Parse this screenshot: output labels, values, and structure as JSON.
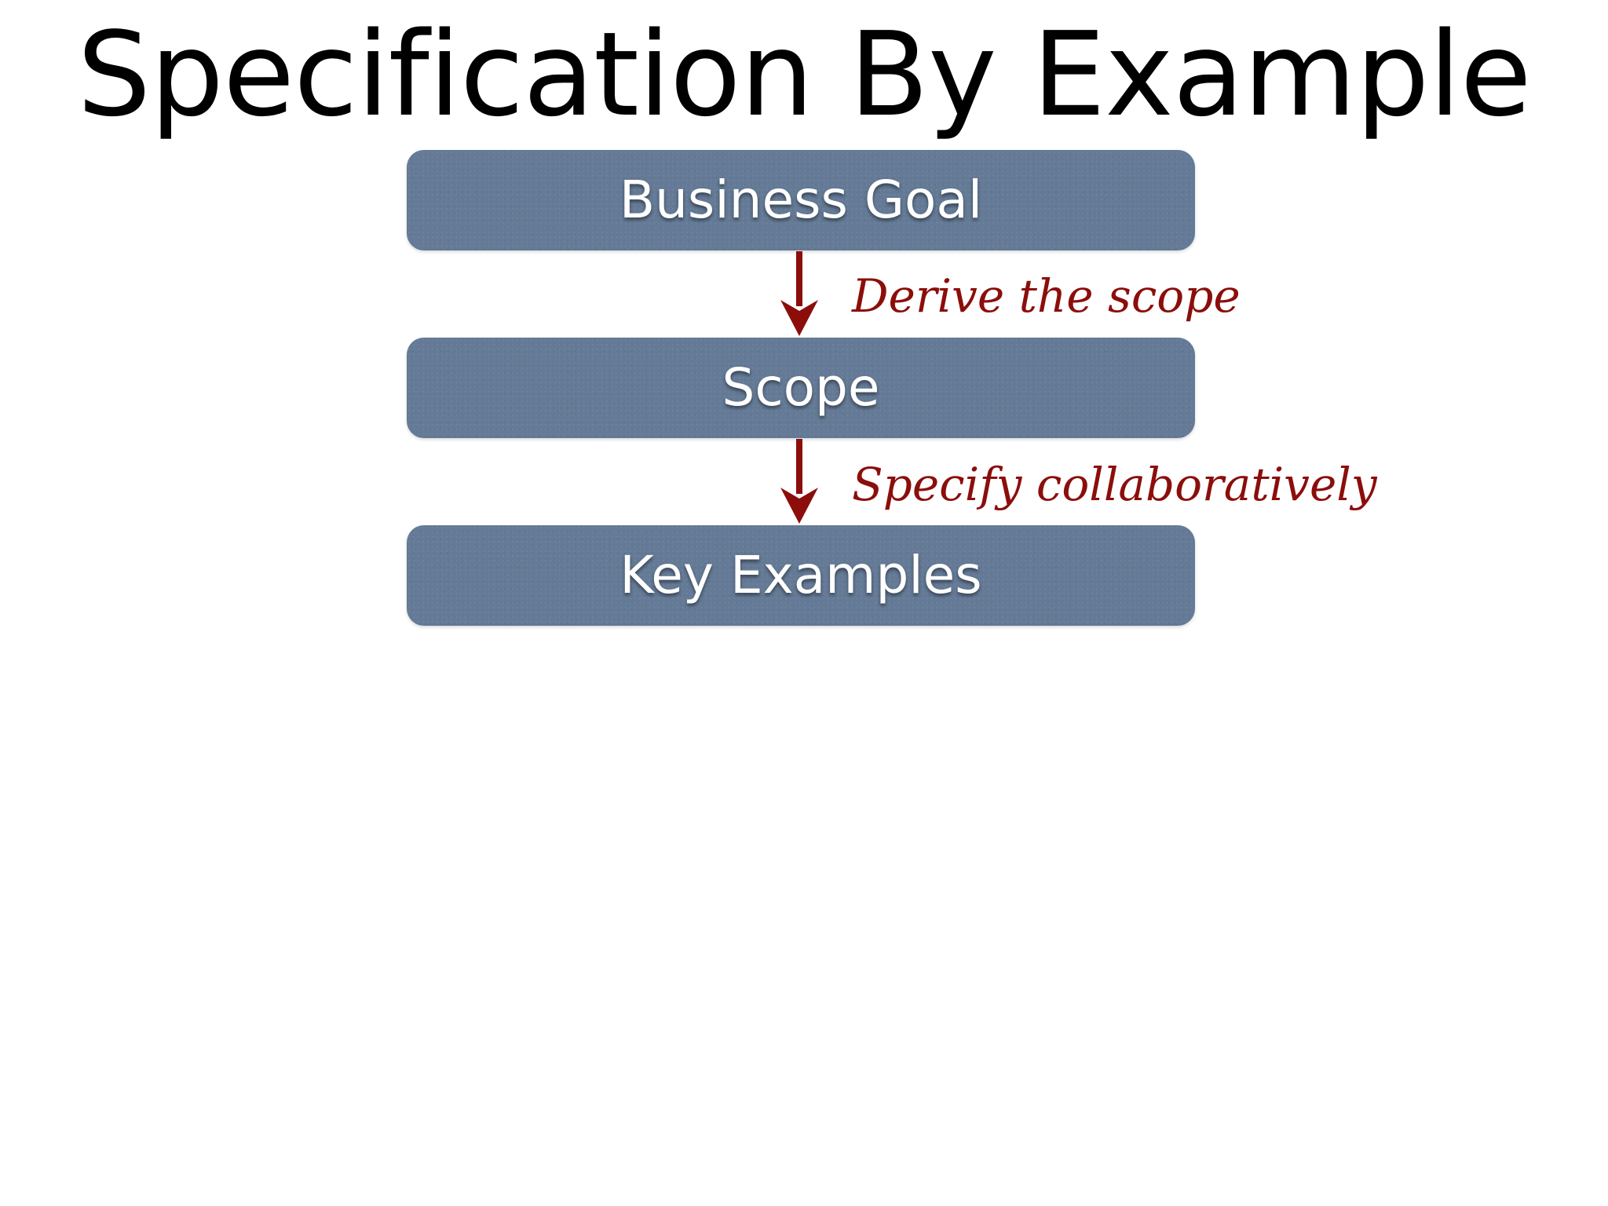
{
  "title": "Specification By Example",
  "steps": [
    {
      "label": "Business Goal"
    },
    {
      "label": "Scope"
    },
    {
      "label": "Key Examples"
    }
  ],
  "transitions": [
    {
      "label": "Derive the scope"
    },
    {
      "label": "Specify collaboratively"
    }
  ],
  "colors": {
    "box": "#647a96",
    "arrow": "#8b0e0b",
    "transition_text": "#8b0e0b"
  }
}
